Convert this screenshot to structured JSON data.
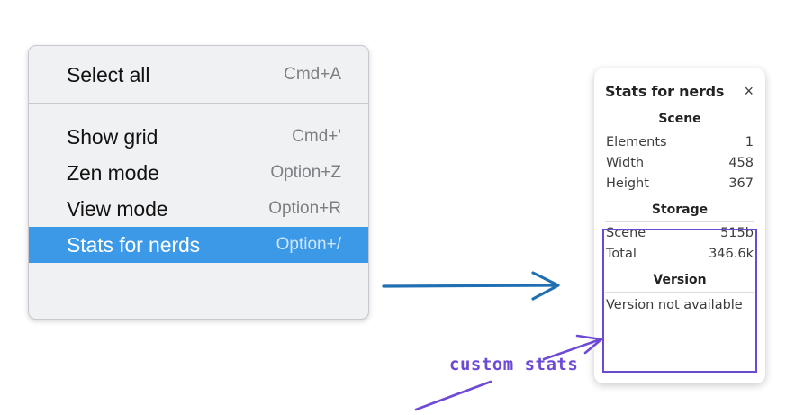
{
  "context_menu": {
    "groups": [
      {
        "name": "primary",
        "items": [
          {
            "label": "Select all",
            "shortcut": "Cmd+A",
            "selected": false
          }
        ]
      },
      {
        "name": "view-options",
        "items": [
          {
            "label": "Show grid",
            "shortcut": "Cmd+'",
            "selected": false
          },
          {
            "label": "Zen mode",
            "shortcut": "Option+Z",
            "selected": false
          },
          {
            "label": "View mode",
            "shortcut": "Option+R",
            "selected": false
          },
          {
            "label": "Stats for nerds",
            "shortcut": "Option+/",
            "selected": true
          }
        ]
      }
    ],
    "highlight_color": "#3c99e8",
    "background_color": "#f0f1f3"
  },
  "stats_panel": {
    "title": "Stats for nerds",
    "close_icon": "close-icon",
    "close_glyph": "×",
    "sections": [
      {
        "heading": "Scene",
        "rows": [
          {
            "label": "Elements",
            "value": "1"
          },
          {
            "label": "Width",
            "value": "458"
          },
          {
            "label": "Height",
            "value": "367"
          }
        ]
      },
      {
        "heading": "Storage",
        "rows": [
          {
            "label": "Scene",
            "value": "515b"
          },
          {
            "label": "Total",
            "value": "346.6k"
          }
        ]
      },
      {
        "heading": "Version",
        "note": "Version not available"
      }
    ],
    "highlight_border_color": "#6a4bd0"
  },
  "annotations": {
    "note_text": "custom stats",
    "note_color": "#6d4ad6",
    "arrow_menu_to_panel_color": "#1f6fb2",
    "arrow_note_to_panel_color": "#6d4ad6"
  }
}
